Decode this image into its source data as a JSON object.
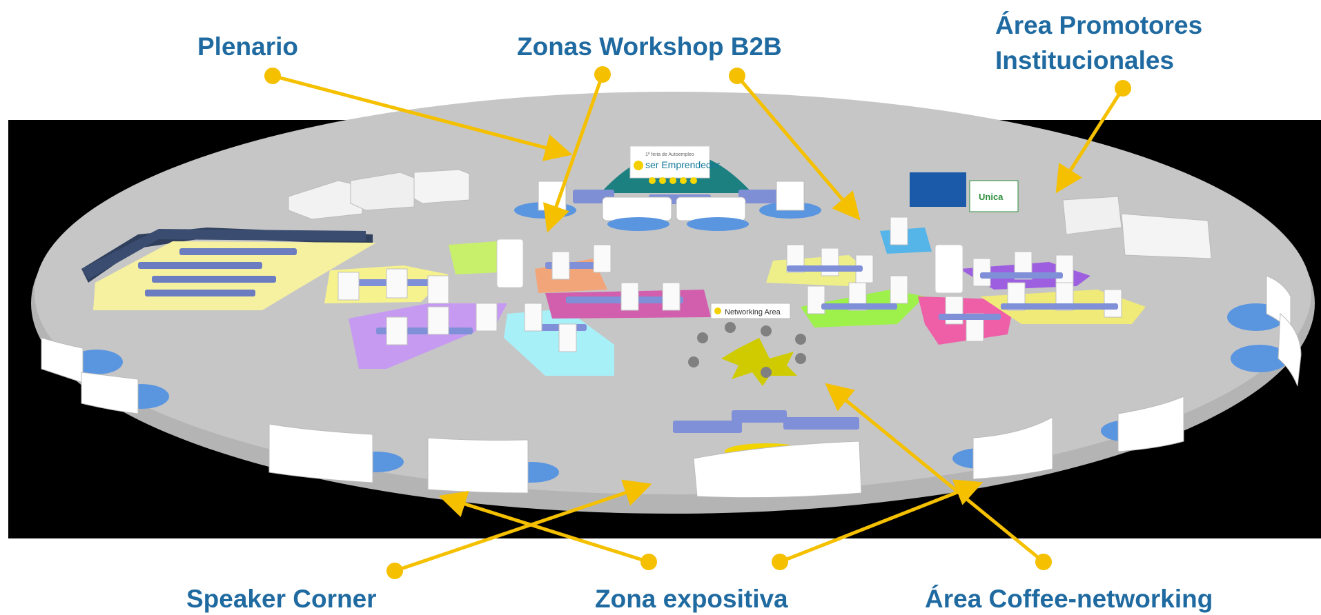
{
  "labels": {
    "plenario": "Plenario",
    "workshop": "Zonas Workshop B2B",
    "promotores_line1": "Área Promotores",
    "promotores_line2": "Institucionales",
    "speaker": "Speaker Corner",
    "expositiva": "Zona expositiva",
    "coffee": "Área Coffee-networking"
  },
  "signs": {
    "stage_brand": "ser Emprendedor",
    "stage_small": "1ª feria de Autoempleo",
    "networking": "Networking Area",
    "unica": "Unica"
  },
  "colors": {
    "label": "#1f6aa0",
    "arrow": "#f5c000",
    "floor": "#c6c6c6",
    "backdrop": "#000000",
    "stage": "#1c7f80",
    "chairs": "#7f8fd6",
    "pods": [
      "#c8f06a",
      "#f3a57a",
      "#d25fae",
      "#a8f0f8",
      "#c79af2",
      "#f6f28e",
      "#9d5fe0",
      "#efef8a",
      "#ee5fa8",
      "#55b4e8",
      "#9ef04a",
      "#f0ea78"
    ]
  }
}
